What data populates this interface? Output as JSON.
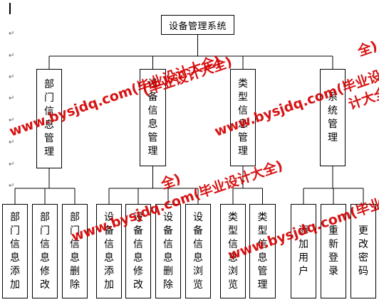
{
  "root": {
    "label": "设备管理系统"
  },
  "modules": [
    {
      "label": "部门信息管理",
      "children": [
        "部门信息添加",
        "部门信息修改",
        "部门信息删除"
      ]
    },
    {
      "label": "设备信息管理",
      "children": [
        "设备信息添加",
        "设备信息修改",
        "设备信息删除",
        "设备信息浏览"
      ]
    },
    {
      "label": "类型信息管理",
      "children": [
        "类型信息浏览",
        "类型信息管理"
      ]
    },
    {
      "label": "系统管理",
      "children": [
        "添加用户",
        "重新登录",
        "更改密码"
      ]
    }
  ],
  "watermark": {
    "text": "www.bysjdq.com(毕业设计大全)",
    "fragments": [
      "全)",
      "(毕业设计大全)",
      "计大全)",
      "全)"
    ],
    "color": "#d40000"
  },
  "paragraph_mark": "↵"
}
